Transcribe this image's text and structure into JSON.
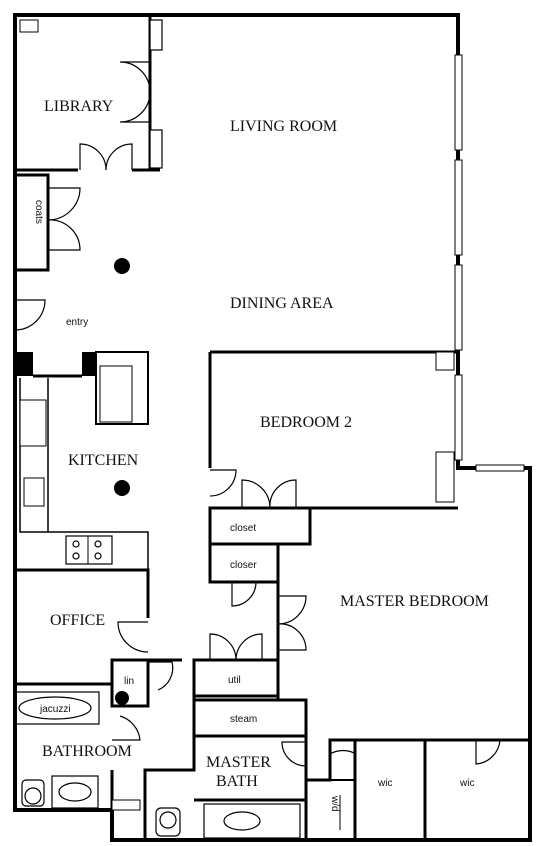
{
  "rooms": {
    "library": "LIBRARY",
    "living_room": "LIVING ROOM",
    "dining_area": "DINING AREA",
    "bedroom_2": "BEDROOM 2",
    "kitchen": "KITCHEN",
    "master_bedroom": "MASTER BEDROOM",
    "office": "OFFICE",
    "bathroom": "BATHROOM",
    "master_bath_line1": "MASTER",
    "master_bath_line2": "BATH"
  },
  "small_labels": {
    "coats": "coats",
    "entry": "entry",
    "closet": "closet",
    "closer": "closer",
    "lin": "lin",
    "util": "util",
    "steam": "steam",
    "jacuzzi": "jacuzzi",
    "wd": "w/d",
    "wic_1": "wic",
    "wic_2": "wic"
  },
  "colors": {
    "wall": "#000000",
    "background": "#ffffff"
  }
}
